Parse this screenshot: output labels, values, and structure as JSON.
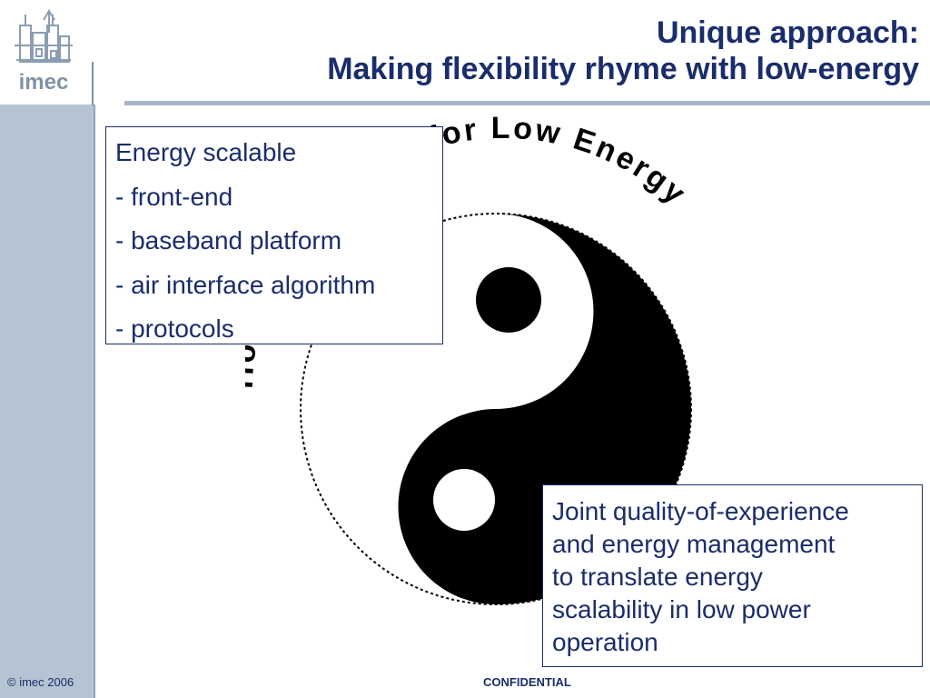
{
  "header": {
    "title_line1": "Unique approach:",
    "title_line2": "Making flexibility rhyme with low-energy"
  },
  "logo": {
    "text": "imec"
  },
  "illustration": {
    "arc_text": "Holistic Approach for Low Energy",
    "icon": "yin-yang-icon"
  },
  "box_left": {
    "lines": [
      "Energy scalable",
      "- front-end",
      "- baseband platform",
      "- air interface algorithm",
      "- protocols"
    ]
  },
  "box_right": {
    "lines": [
      "Joint quality-of-experience",
      "and energy management",
      "to translate energy",
      "scalability in low power",
      "operation"
    ]
  },
  "footer": {
    "copyright": "© imec 2006",
    "confidential": "CONFIDENTIAL"
  },
  "colors": {
    "title": "#1a2d6b",
    "sidebar": "#b5c4d3",
    "logo": "#7e93a9"
  }
}
